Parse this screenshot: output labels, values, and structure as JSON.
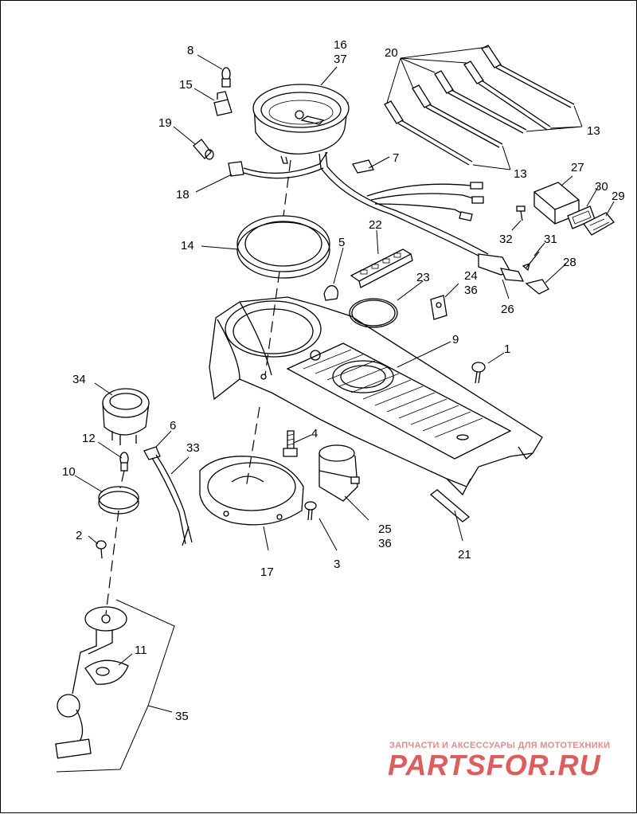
{
  "callouts": {
    "c1": "1",
    "c2": "2",
    "c3": "3",
    "c4": "4",
    "c5": "5",
    "c6": "6",
    "c7": "7",
    "c8": "8",
    "c9": "9",
    "c10": "10",
    "c11": "11",
    "c12": "12",
    "c13a": "13",
    "c13b": "13",
    "c14": "14",
    "c15": "15",
    "c16": "16",
    "c17": "17",
    "c18": "18",
    "c19": "19",
    "c20": "20",
    "c21": "21",
    "c22": "22",
    "c23": "23",
    "c24": "24",
    "c25": "25",
    "c26": "26",
    "c27": "27",
    "c28": "28",
    "c29": "29",
    "c30": "30",
    "c31": "31",
    "c32": "32",
    "c33": "33",
    "c34": "34",
    "c35": "35",
    "c36a": "36",
    "c36b": "36",
    "c37": "37"
  },
  "watermark": {
    "tagline": "ЗАПЧАСТИ И АКСЕССУАРЫ ДЛЯ МОТОТЕХНИКИ",
    "logo": "PARTSFOR.RU"
  },
  "colors": {
    "ink": "#000000",
    "watermark": "#e35a5a"
  }
}
